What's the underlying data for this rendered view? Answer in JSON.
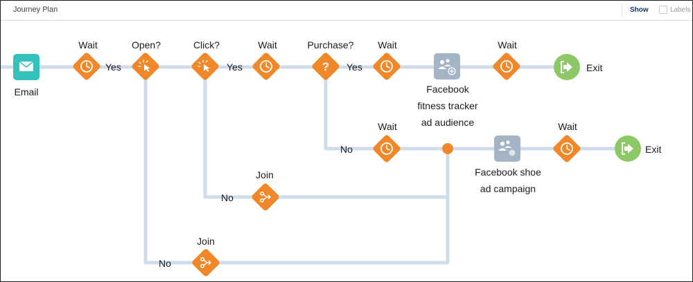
{
  "header": {
    "title": "Journey Plan",
    "show_label": "Show",
    "labels_toggle": "Labels"
  },
  "nodes": {
    "email": "Email",
    "wait1": "Wait",
    "open": "Open?",
    "click": "Click?",
    "wait2": "Wait",
    "purchase": "Purchase?",
    "wait3": "Wait",
    "fb_tracker_l1": "Facebook",
    "fb_tracker_l2": "fitness tracker",
    "fb_tracker_l3": "ad audience",
    "wait4": "Wait",
    "exit1": "Exit",
    "wait5": "Wait",
    "fb_shoe_l1": "Facebook shoe",
    "fb_shoe_l2": "ad campaign",
    "wait6": "Wait",
    "exit2": "Exit",
    "join1": "Join",
    "join2": "Join"
  },
  "edges": {
    "yes1": "Yes",
    "yes2": "Yes",
    "yes3": "Yes",
    "no_purchase": "No",
    "no_click": "No",
    "no_open": "No"
  },
  "colors": {
    "connector": "#cfdcec",
    "activity_orange": "#f0882a",
    "email_teal": "#34c2bd",
    "ad_gray": "#a4b4c4",
    "exit_green": "#8dc867",
    "icon_white": "#ffffff"
  }
}
